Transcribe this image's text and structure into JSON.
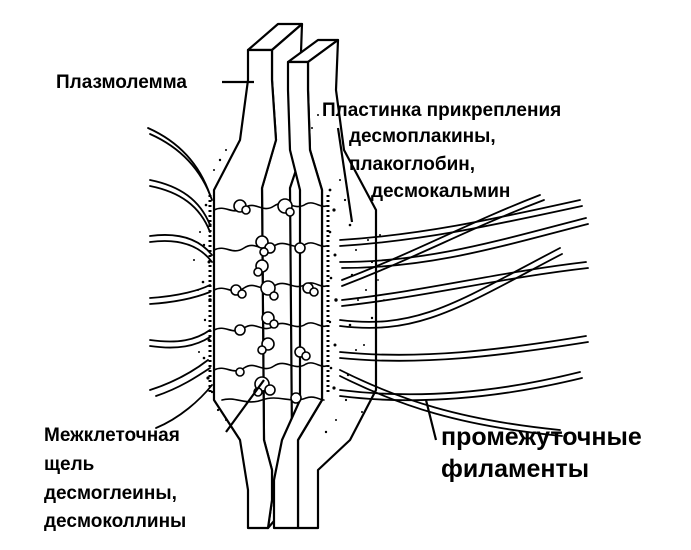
{
  "labels": {
    "plasmolemma": "Плазмолемма",
    "plaque_line1": "Пластинка прикрепления",
    "plaque_line2": "десмоплакины,",
    "plaque_line3": "плакоглобин,",
    "plaque_line4": "десмокальмин",
    "filaments_line1": "промежуточные",
    "filaments_line2": "филаменты",
    "gap_line1": "Межклеточная",
    "gap_line2": "щель",
    "gap_line3": "десмоглеины,",
    "gap_line4": "десмоколлины"
  },
  "colors": {
    "ink": "#000000",
    "paper": "#ffffff"
  }
}
